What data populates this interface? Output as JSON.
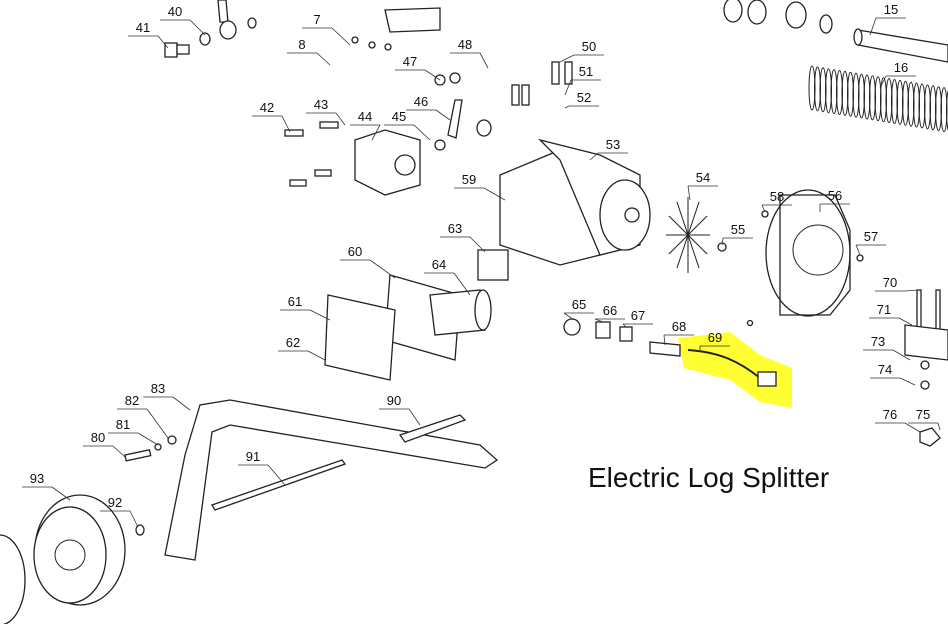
{
  "diagram": {
    "title": "Electric Log Splitter",
    "highlight_color": "#ffff33",
    "highlighted_part": "69",
    "part_labels": [
      "41",
      "40",
      "7",
      "8",
      "47",
      "48",
      "50",
      "51",
      "52",
      "42",
      "43",
      "44",
      "45",
      "46",
      "53",
      "59",
      "54",
      "55",
      "58",
      "56",
      "57",
      "63",
      "60",
      "64",
      "61",
      "62",
      "65",
      "66",
      "67",
      "68",
      "69",
      "70",
      "71",
      "73",
      "74",
      "76",
      "75",
      "83",
      "82",
      "90",
      "81",
      "80",
      "91",
      "93",
      "92",
      "15",
      "16"
    ]
  }
}
